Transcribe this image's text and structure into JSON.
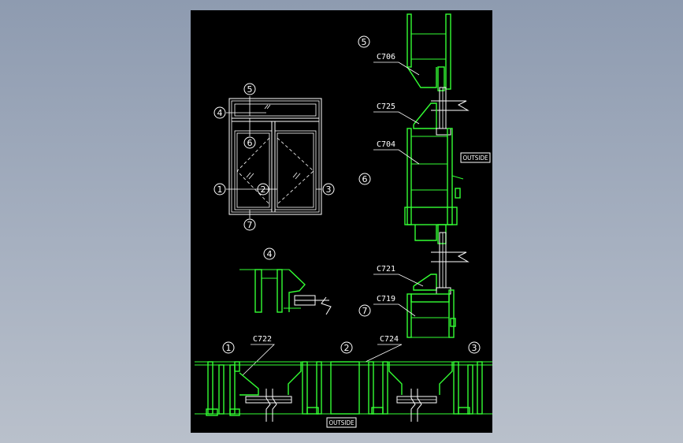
{
  "colors": {
    "viewport_background": "#9aa5b6",
    "sheet_background": "#000000",
    "profile_lines": "#33ff33",
    "annotation_lines": "#ffffff"
  },
  "elevation": {
    "markers": [
      "1",
      "2",
      "3",
      "4",
      "5",
      "6",
      "7"
    ]
  },
  "vertical_section": {
    "markers": [
      "5",
      "6",
      "7"
    ],
    "labels": [
      "C706",
      "C725",
      "C704",
      "C721",
      "C719"
    ],
    "outside_label": "OUTSIDE"
  },
  "detail_4": {
    "marker": "4"
  },
  "horizontal_section": {
    "markers": [
      "1",
      "2",
      "3"
    ],
    "labels": [
      "C722",
      "C724"
    ],
    "outside_label": "OUTSIDE"
  }
}
